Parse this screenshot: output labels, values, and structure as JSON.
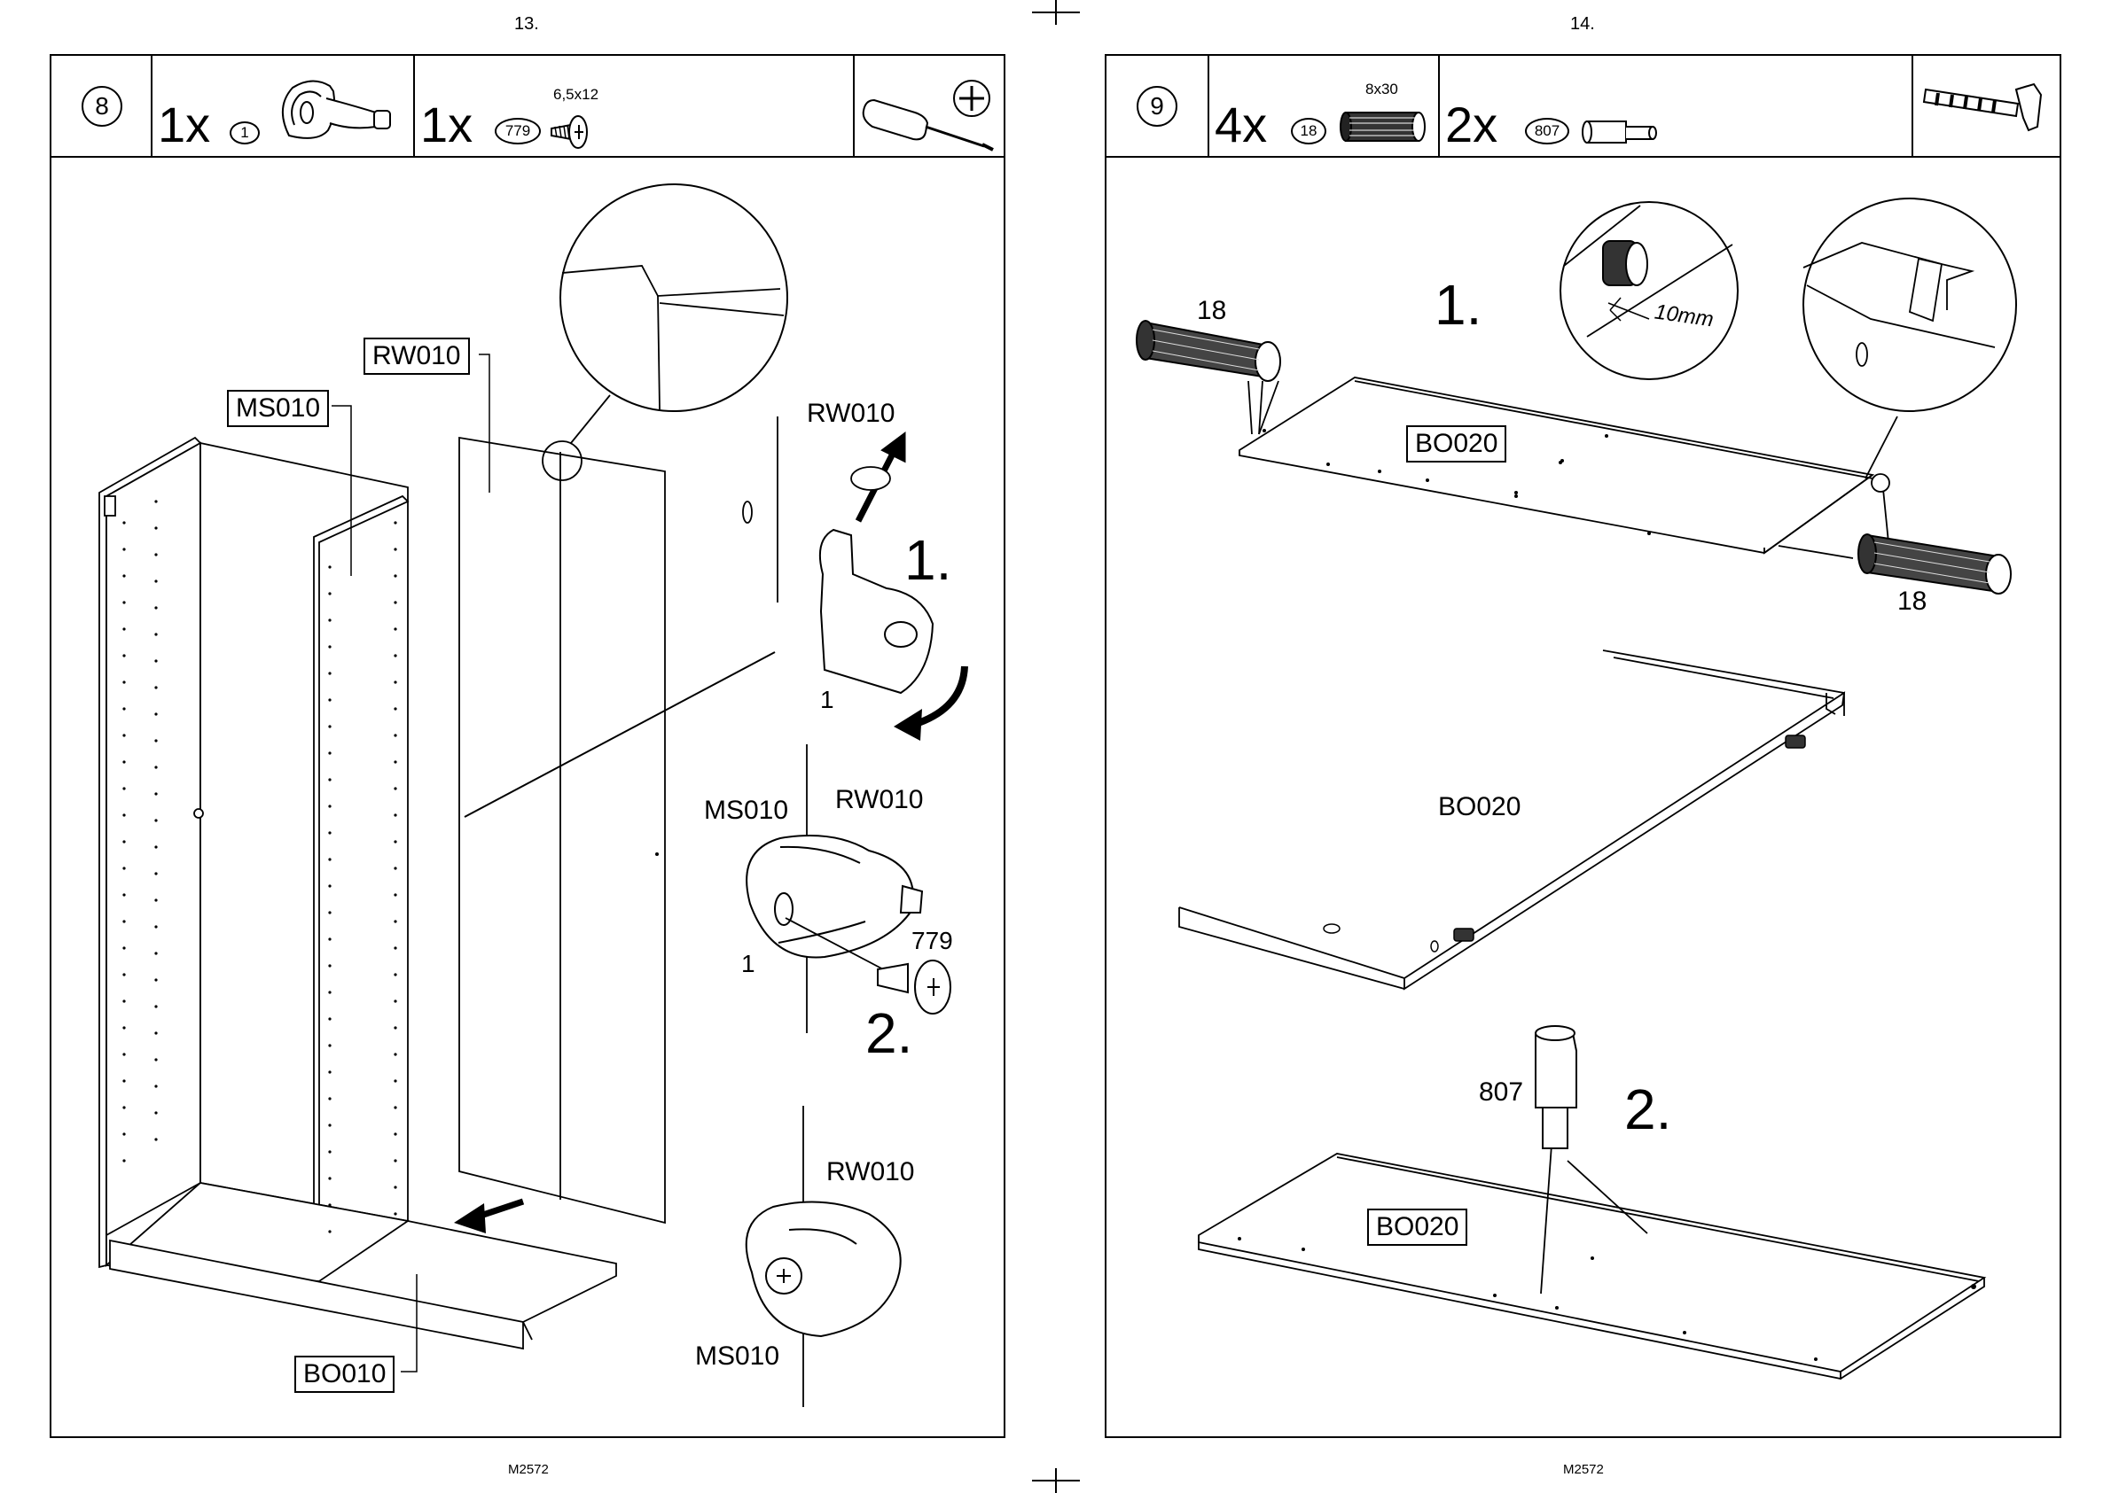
{
  "left_page": {
    "page_number": "13.",
    "footer_code": "M2572",
    "step": {
      "number": "8",
      "parts": [
        {
          "quantity": "1x",
          "part_id": "1",
          "icon": "cam-lock-fitting-icon"
        },
        {
          "quantity": "1x",
          "part_id": "779",
          "size": "6,5x12",
          "icon": "screw-icon"
        }
      ],
      "tool_icon": "phillips-screwdriver-icon"
    },
    "labels": {
      "rw010_box": "RW010",
      "ms010_box": "MS010",
      "bo010_box": "BO010",
      "rw010_a": "RW010",
      "ms010_a": "MS010",
      "rw010_b": "RW010",
      "rw010_c": "RW010",
      "ms010_b": "MS010",
      "part1_a": "1",
      "part1_b": "1",
      "part779": "779",
      "sub1": "1.",
      "sub2": "2."
    }
  },
  "right_page": {
    "page_number": "14.",
    "footer_code": "M2572",
    "step": {
      "number": "9",
      "parts": [
        {
          "quantity": "4x",
          "part_id": "18",
          "size": "8x30",
          "icon": "wooden-dowel-icon"
        },
        {
          "quantity": "2x",
          "part_id": "807",
          "icon": "shelf-pin-icon"
        }
      ],
      "tool_icon": "hammer-icon"
    },
    "labels": {
      "dowel18_a": "18",
      "dowel18_b": "18",
      "bo020_box_a": "BO020",
      "bo020_plain": "BO020",
      "bo020_box_b": "BO020",
      "part807": "807",
      "depth": "10mm",
      "sub1": "1.",
      "sub2": "2."
    }
  }
}
